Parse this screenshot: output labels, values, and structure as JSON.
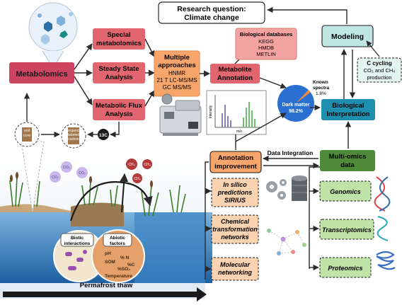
{
  "research_question": [
    "Research question:",
    "Climate change"
  ],
  "modeling": "Modeling",
  "c_cycling": [
    "C cycling",
    "CO₂ and CH₄",
    "production"
  ],
  "metabolomics": "Metabolomics",
  "special_metabolomics": [
    "Special",
    "metabolomics"
  ],
  "steady_state": [
    "Steady State",
    "Analysis"
  ],
  "metabolic_flux": [
    "Metabolic Flux",
    "Analysis"
  ],
  "multiple_approaches": {
    "title": [
      "Multiple",
      "approaches"
    ],
    "items": [
      "HNMR",
      "21 T LC-MS/MS",
      "GC MS/MS"
    ]
  },
  "biological_databases": {
    "title": "Biological databases",
    "items": [
      "KEGG",
      "HMDB",
      "METLIN"
    ]
  },
  "metabolite_annotation": [
    "Metabolite",
    "Annotation"
  ],
  "pie": {
    "dark_matter_label": "Dark matter",
    "dark_matter_pct": "98.2%",
    "known_label": [
      "Known",
      "spectra"
    ],
    "known_pct": "1.8%",
    "dark_matter_value": 98.2,
    "known_value": 1.8,
    "dark_color": "#2a6fd1",
    "known_color": "#f08a3c"
  },
  "spectrum": {
    "ylabel": "Intensity",
    "xlabel": "m/z"
  },
  "biological_interpretation": [
    "Biological",
    "Interpretation"
  ],
  "soil_core": [
    "soil",
    "core"
  ],
  "labeled_carbon": [
    "organic",
    "labeled",
    "carbon"
  ],
  "c13": "13C",
  "annotation_improvement": [
    "Annotation",
    "improvement"
  ],
  "data_integration": "Data Integration",
  "multi_omics": [
    "Multi-omics",
    "data"
  ],
  "methods": [
    [
      "In silico",
      "predictions",
      "SIRIUS"
    ],
    [
      "Chemical",
      "transformation",
      "networks"
    ],
    [
      "Molecular",
      "networking"
    ]
  ],
  "omics": [
    "Genomics",
    "Transcriptomics",
    "Proteomics"
  ],
  "gas_bubbles": [
    "CO₂",
    "CO₂",
    "CO₂",
    "CH₄",
    "CH₄",
    "CH₄"
  ],
  "interactions": {
    "biotic": [
      "Biotic",
      "interactions"
    ],
    "abiotic": [
      "Abiotic",
      "factors"
    ],
    "factors": [
      "pH",
      "% N",
      "SOM",
      "%C",
      "%SO₄",
      "Temperature"
    ]
  },
  "permafrost_thaw": "Permafrost thaw",
  "colors": {
    "red_box": "#d9505c",
    "pink_box": "#e27272",
    "orange_box": "#f7a56b",
    "peach_box": "#fbd3b0",
    "teal_box": "#bfe6e3",
    "blue_box": "#1f8fb0",
    "green_box": "#4e8a3a",
    "light_green": "#bfe3a7",
    "water": "#2f78b8",
    "arrow": "#2b2b2b"
  }
}
